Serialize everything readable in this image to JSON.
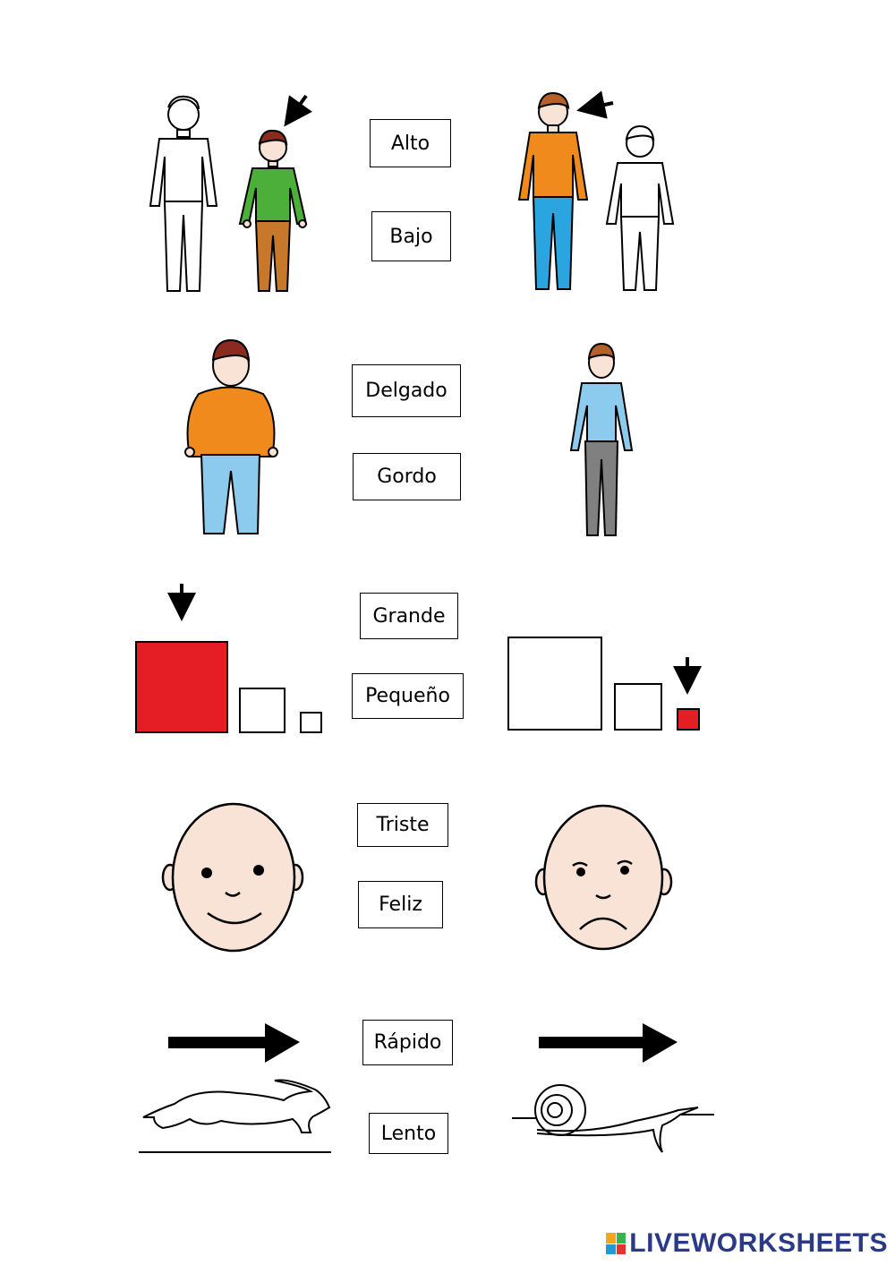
{
  "words": {
    "alto": "Alto",
    "bajo": "Bajo",
    "delgado": "Delgado",
    "gordo": "Gordo",
    "grande": "Grande",
    "pequeno": "Pequeño",
    "triste": "Triste",
    "feliz": "Feliz",
    "rapido": "Rápido",
    "lento": "Lento"
  },
  "brand": {
    "logo_text": "LIVEWORKSHEETS",
    "logo_color": "#2b3a86"
  },
  "colors": {
    "red_square": "#e51e25",
    "orange_shirt": "#f08a1c",
    "green_shirt": "#4caf3a",
    "blue_pants": "#2aa5e0",
    "light_blue": "#8ccbee",
    "skin": "#f9e3d6"
  },
  "icons": [
    "person-icon",
    "arrow-icon",
    "square-icon",
    "face-icon",
    "rabbit-icon",
    "snail-icon"
  ]
}
